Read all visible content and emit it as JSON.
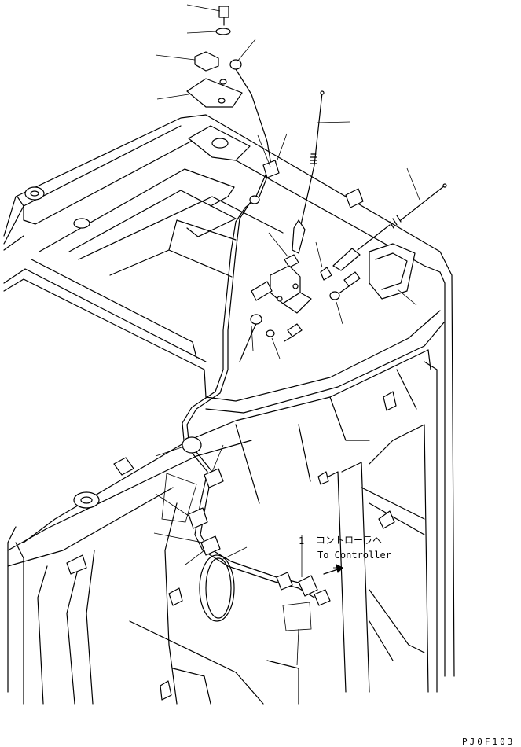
{
  "annotation": {
    "callout_number": "1",
    "label_jp": "コントローラへ",
    "label_en": "To Controller"
  },
  "drawing_code": "PJ0F103"
}
